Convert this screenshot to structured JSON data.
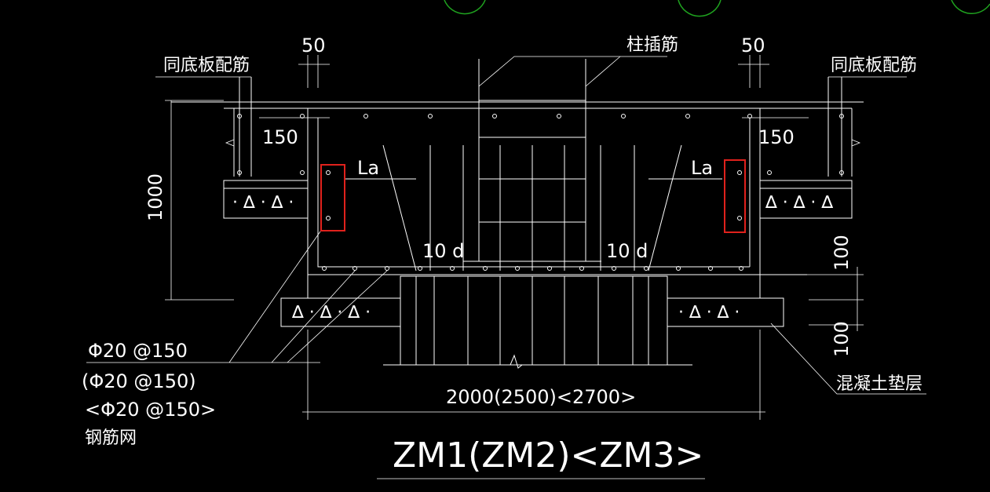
{
  "labels": {
    "top_left_rebar": "同底板配筋",
    "top_right_rebar": "同底板配筋",
    "column_dowel": "柱插筋",
    "dim_50_left": "50",
    "dim_50_right": "50",
    "dim_150_left": "150",
    "dim_150_right": "150",
    "la_left": "La",
    "la_right": "La",
    "ten_d_left": "10 d",
    "ten_d_right": "10 d",
    "height_1000": "1000",
    "dim_100_top": "100",
    "dim_100_bottom": "100",
    "mesh_line1": "Φ20 @150",
    "mesh_line2": "(Φ20 @150)",
    "mesh_line3": "<Φ20 @150>",
    "mesh_caption": "钢筋网",
    "width_dim": "2000(2500)<2700>",
    "concrete_bedding": "混凝土垫层",
    "title": "ZM1(ZM2)<ZM3>"
  },
  "colors": {
    "background": "#000000",
    "lines": "#ffffff",
    "highlight": "#e0211c",
    "circles": "#1fa31f"
  }
}
